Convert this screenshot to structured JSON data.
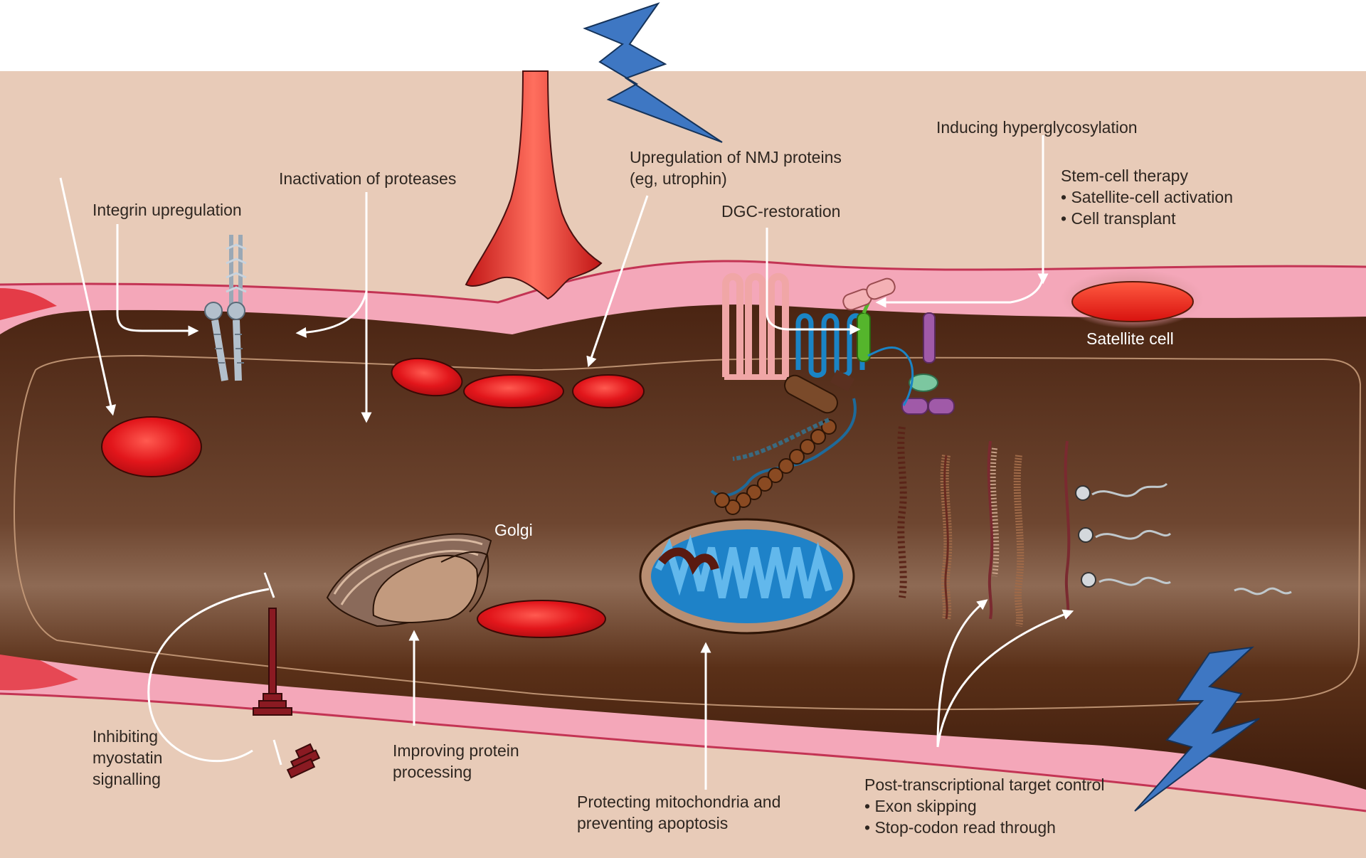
{
  "labels": {
    "integrin": "Integrin upregulation",
    "proteases": "Inactivation of proteases",
    "nmj_line1": "Upregulation of NMJ proteins",
    "nmj_line2": "(eg, utrophin)",
    "dgc": "DGC-restoration",
    "hyperglyco": "Inducing hyperglycosylation",
    "stemcell_title": "Stem-cell therapy",
    "stemcell_item1": "• Satellite-cell activation",
    "stemcell_item2": "• Cell transplant",
    "satellite": "Satellite cell",
    "golgi": "Golgi",
    "myostatin_line1": "Inhibiting",
    "myostatin_line2": "myostatin",
    "myostatin_line3": "signalling",
    "protein_line1": "Improving protein",
    "protein_line2": "processing",
    "mito_line1": "Protecting mitochondria and",
    "mito_line2": "preventing apoptosis",
    "post_title": "Post-transcriptional target control",
    "post_item1": "• Exon skipping",
    "post_item2": "• Stop-codon read through"
  },
  "colors": {
    "background": "#e8cbb8",
    "sarcolemma_pink": "#f4a7b9",
    "fiber_dark": "#4b2714",
    "fiber_light": "#8a5e44",
    "nucleus_red": "#e2161b",
    "lightning_blue": "#3e77c3",
    "arrow_white": "#ffffff"
  },
  "icons": [
    "lightning-bolt-icon",
    "nucleus-icon",
    "integrin-icon",
    "mitochondrion-icon",
    "golgi-icon",
    "myostatin-receptor-icon",
    "dystrophin-chain-icon"
  ]
}
